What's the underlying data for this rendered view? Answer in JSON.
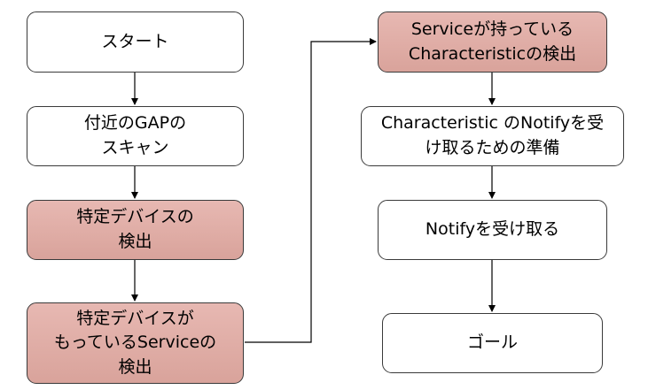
{
  "nodes": [
    {
      "id": "start",
      "lines": [
        "スタート"
      ],
      "highlight": false
    },
    {
      "id": "scan",
      "lines": [
        "付近のGAPの",
        "スキャン"
      ],
      "highlight": false
    },
    {
      "id": "detect-device",
      "lines": [
        "特定デバイスの",
        "検出"
      ],
      "highlight": true
    },
    {
      "id": "detect-service",
      "lines": [
        "特定デバイスが",
        "もっているServiceの",
        "検出"
      ],
      "highlight": true
    },
    {
      "id": "detect-characteristic",
      "lines": [
        "Serviceが持っている",
        "Characteristicの検出"
      ],
      "highlight": true
    },
    {
      "id": "prepare-notify",
      "lines": [
        "Characteristic のNotifyを受",
        "け取るための準備"
      ],
      "highlight": false
    },
    {
      "id": "receive-notify",
      "lines": [
        "Notifyを受け取る"
      ],
      "highlight": false
    },
    {
      "id": "goal",
      "lines": [
        "ゴール"
      ],
      "highlight": false
    }
  ],
  "edges": [
    {
      "from": "start",
      "to": "scan"
    },
    {
      "from": "scan",
      "to": "detect-device"
    },
    {
      "from": "detect-device",
      "to": "detect-service"
    },
    {
      "from": "detect-service",
      "to": "detect-characteristic"
    },
    {
      "from": "detect-characteristic",
      "to": "prepare-notify"
    },
    {
      "from": "prepare-notify",
      "to": "receive-notify"
    },
    {
      "from": "receive-notify",
      "to": "goal"
    }
  ],
  "colors": {
    "highlight_fill": "#dfaca5",
    "border": "#3a3a3a",
    "arrow": "#000000"
  }
}
